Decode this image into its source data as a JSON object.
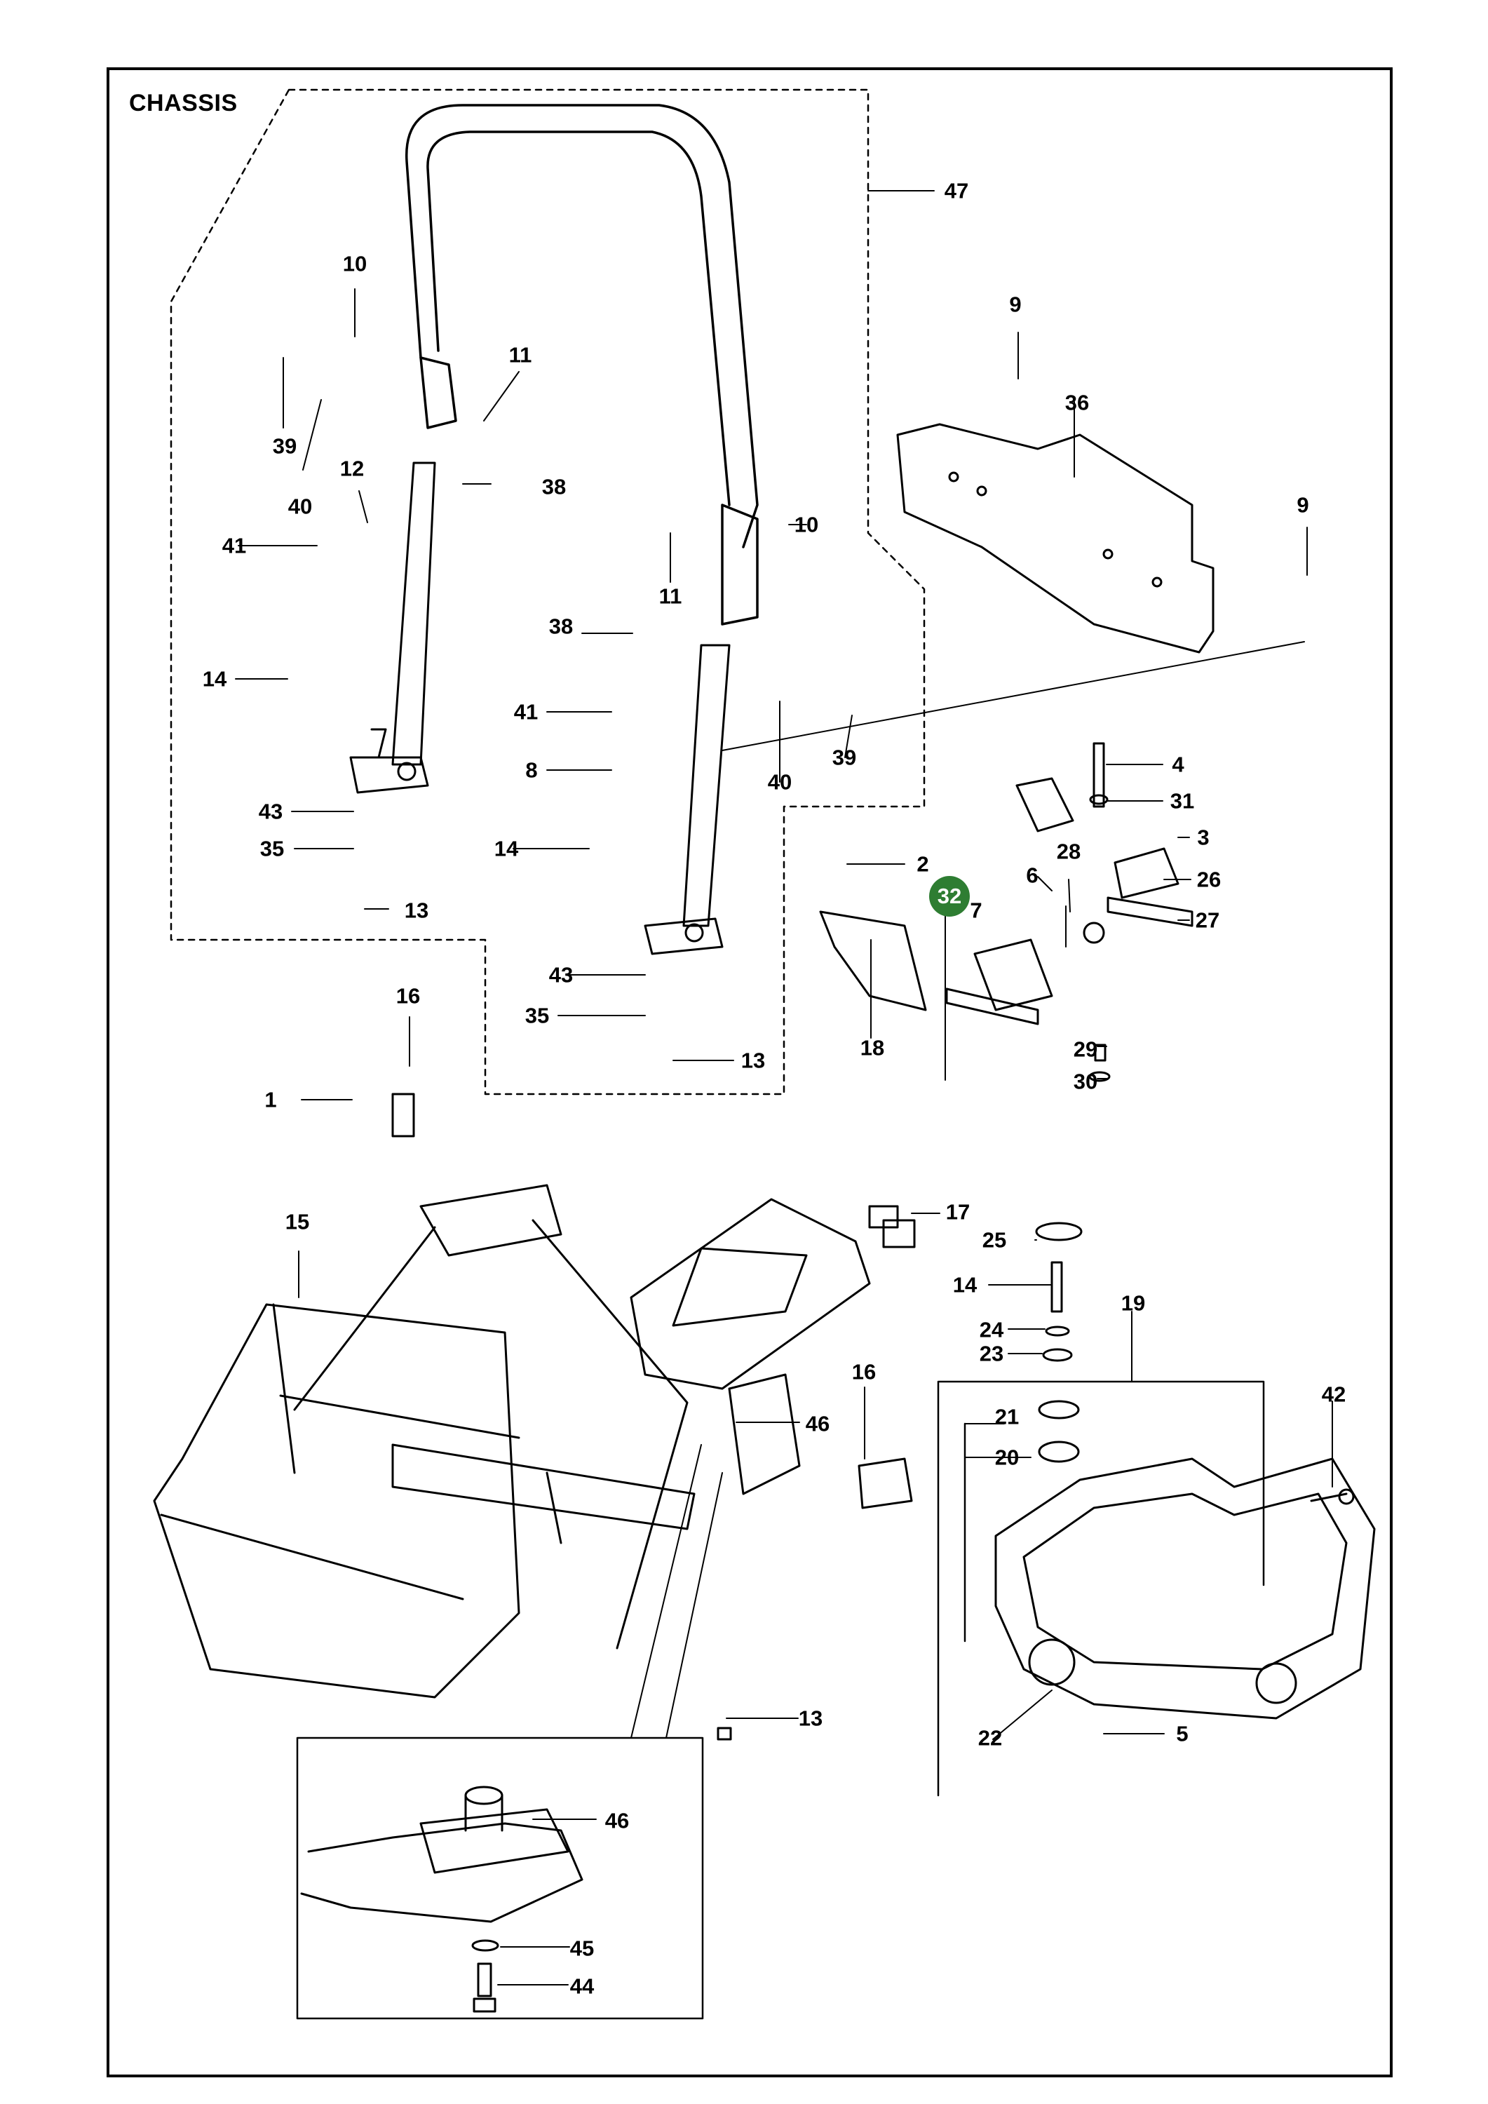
{
  "title": "CHASSIS",
  "highlighted_part": "32",
  "callouts": [
    {
      "id": "c47",
      "text": "47"
    },
    {
      "id": "c10a",
      "text": "10"
    },
    {
      "id": "c11a",
      "text": "11"
    },
    {
      "id": "c39a",
      "text": "39"
    },
    {
      "id": "c40a",
      "text": "40"
    },
    {
      "id": "c38a",
      "text": "38"
    },
    {
      "id": "c12",
      "text": "12"
    },
    {
      "id": "c41a",
      "text": "41"
    },
    {
      "id": "c14a",
      "text": "14"
    },
    {
      "id": "c43a",
      "text": "43"
    },
    {
      "id": "c35a",
      "text": "35"
    },
    {
      "id": "c13a",
      "text": "13"
    },
    {
      "id": "c10b",
      "text": "10"
    },
    {
      "id": "c11b",
      "text": "11"
    },
    {
      "id": "c38b",
      "text": "38"
    },
    {
      "id": "c41b",
      "text": "41"
    },
    {
      "id": "c8",
      "text": "8"
    },
    {
      "id": "c40b",
      "text": "40"
    },
    {
      "id": "c39b",
      "text": "39"
    },
    {
      "id": "c14b",
      "text": "14"
    },
    {
      "id": "c43b",
      "text": "43"
    },
    {
      "id": "c35b",
      "text": "35"
    },
    {
      "id": "c13b",
      "text": "13"
    },
    {
      "id": "c9a",
      "text": "9"
    },
    {
      "id": "c36",
      "text": "36"
    },
    {
      "id": "c9b",
      "text": "9"
    },
    {
      "id": "c4",
      "text": "4"
    },
    {
      "id": "c31",
      "text": "31"
    },
    {
      "id": "c3",
      "text": "3"
    },
    {
      "id": "c28",
      "text": "28"
    },
    {
      "id": "c26",
      "text": "26"
    },
    {
      "id": "c27",
      "text": "27"
    },
    {
      "id": "c2",
      "text": "2"
    },
    {
      "id": "c6",
      "text": "6"
    },
    {
      "id": "c7",
      "text": "7"
    },
    {
      "id": "c18",
      "text": "18"
    },
    {
      "id": "c29",
      "text": "29"
    },
    {
      "id": "c30",
      "text": "30"
    },
    {
      "id": "c16a",
      "text": "16"
    },
    {
      "id": "c1",
      "text": "1"
    },
    {
      "id": "c15",
      "text": "15"
    },
    {
      "id": "c17",
      "text": "17"
    },
    {
      "id": "c25",
      "text": "25"
    },
    {
      "id": "c14c",
      "text": "14"
    },
    {
      "id": "c19",
      "text": "19"
    },
    {
      "id": "c24",
      "text": "24"
    },
    {
      "id": "c23",
      "text": "23"
    },
    {
      "id": "c42",
      "text": "42"
    },
    {
      "id": "c16b",
      "text": "16"
    },
    {
      "id": "c46a",
      "text": "46"
    },
    {
      "id": "c21",
      "text": "21"
    },
    {
      "id": "c20",
      "text": "20"
    },
    {
      "id": "c22",
      "text": "22"
    },
    {
      "id": "c5",
      "text": "5"
    },
    {
      "id": "c13c",
      "text": "13"
    },
    {
      "id": "c46b",
      "text": "46"
    },
    {
      "id": "c45",
      "text": "45"
    },
    {
      "id": "c44",
      "text": "44"
    }
  ]
}
